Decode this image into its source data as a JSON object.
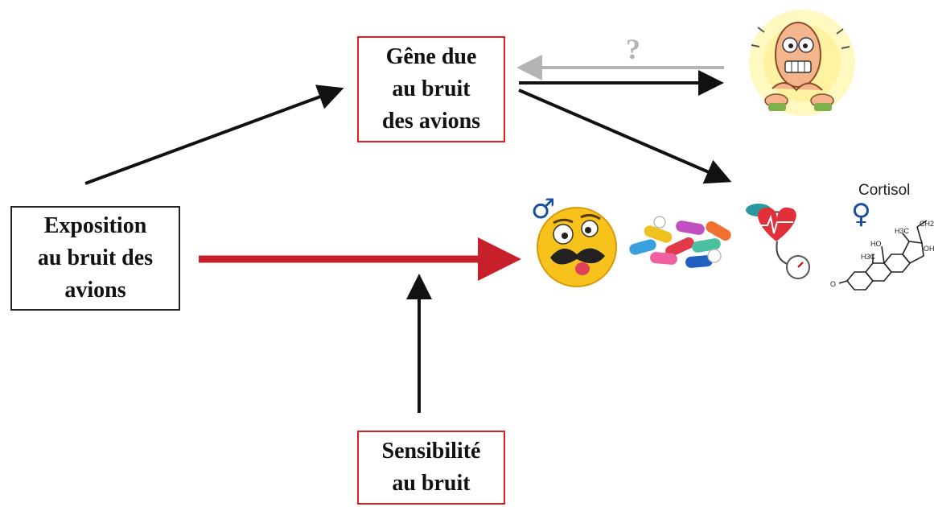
{
  "nodes": {
    "annoyance": {
      "lines": [
        "Gêne due",
        "au bruit",
        "des avions"
      ]
    },
    "exposure": {
      "lines": [
        "Exposition",
        "au bruit des",
        "avions"
      ]
    },
    "sensitivity": {
      "lines": [
        "Sensibilité",
        "au bruit"
      ]
    }
  },
  "question_mark": "?",
  "cortisol": {
    "label": "Cortisol",
    "atom_labels": [
      "CH2OH",
      "OH",
      "H3C",
      "HO",
      "H3C",
      "O"
    ]
  },
  "icons": {
    "sleep_disturbed": "scared-man-icon",
    "male": "male-symbol-icon",
    "female": "female-symbol-icon",
    "emoji": "mustache-emoji-icon",
    "pills": "pills-icon",
    "heart": "blood-pressure-heart-icon",
    "molecule": "cortisol-molecule-icon"
  },
  "colors": {
    "box_border_red": "#e02020",
    "box_border_dark": "#222222",
    "arrow_black": "#111111",
    "arrow_gray": "#b4b4b4",
    "arrow_red": "#c8202a",
    "sex_symbol_blue": "#1a4fa0"
  }
}
